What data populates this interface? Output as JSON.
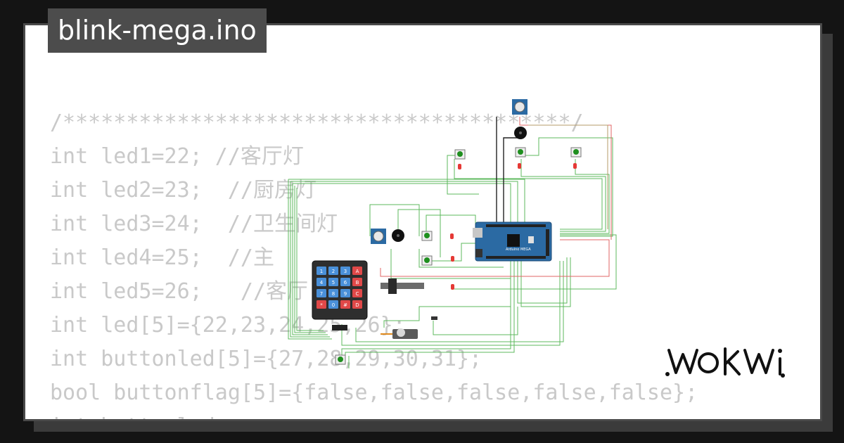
{
  "title": "blink-mega.ino",
  "code_lines": [
    "/****************************************/",
    "int led1=22; //客厅灯",
    "int led2=23;  //厨房灯",
    "int led3=24;  //卫生间灯",
    "int led4=25;  //主",
    "int led5=26;   //客厅",
    "int led[5]={22,23,24,25,26};",
    "int buttonled[5]={27,28,29,30,31};",
    "bool buttonflag[5]={false,false,false,false,false};",
    "int buttonled..."
  ],
  "arduino": {
    "label": "Arduino MEGA"
  },
  "keypad": {
    "keys": [
      "1",
      "2",
      "3",
      "A",
      "4",
      "5",
      "6",
      "B",
      "7",
      "8",
      "9",
      "C",
      "*",
      "0",
      "#",
      "D"
    ]
  },
  "brand": {
    "logo_text": "WOKWi"
  },
  "colors": {
    "background": "#141414",
    "card": "#ffffff",
    "title_tag": "#4c4c4c",
    "code_text": "#c9c9c9",
    "wire_green": "#5cb85c",
    "arduino_blue": "#2b6aa3",
    "led_red": "#e53935"
  }
}
